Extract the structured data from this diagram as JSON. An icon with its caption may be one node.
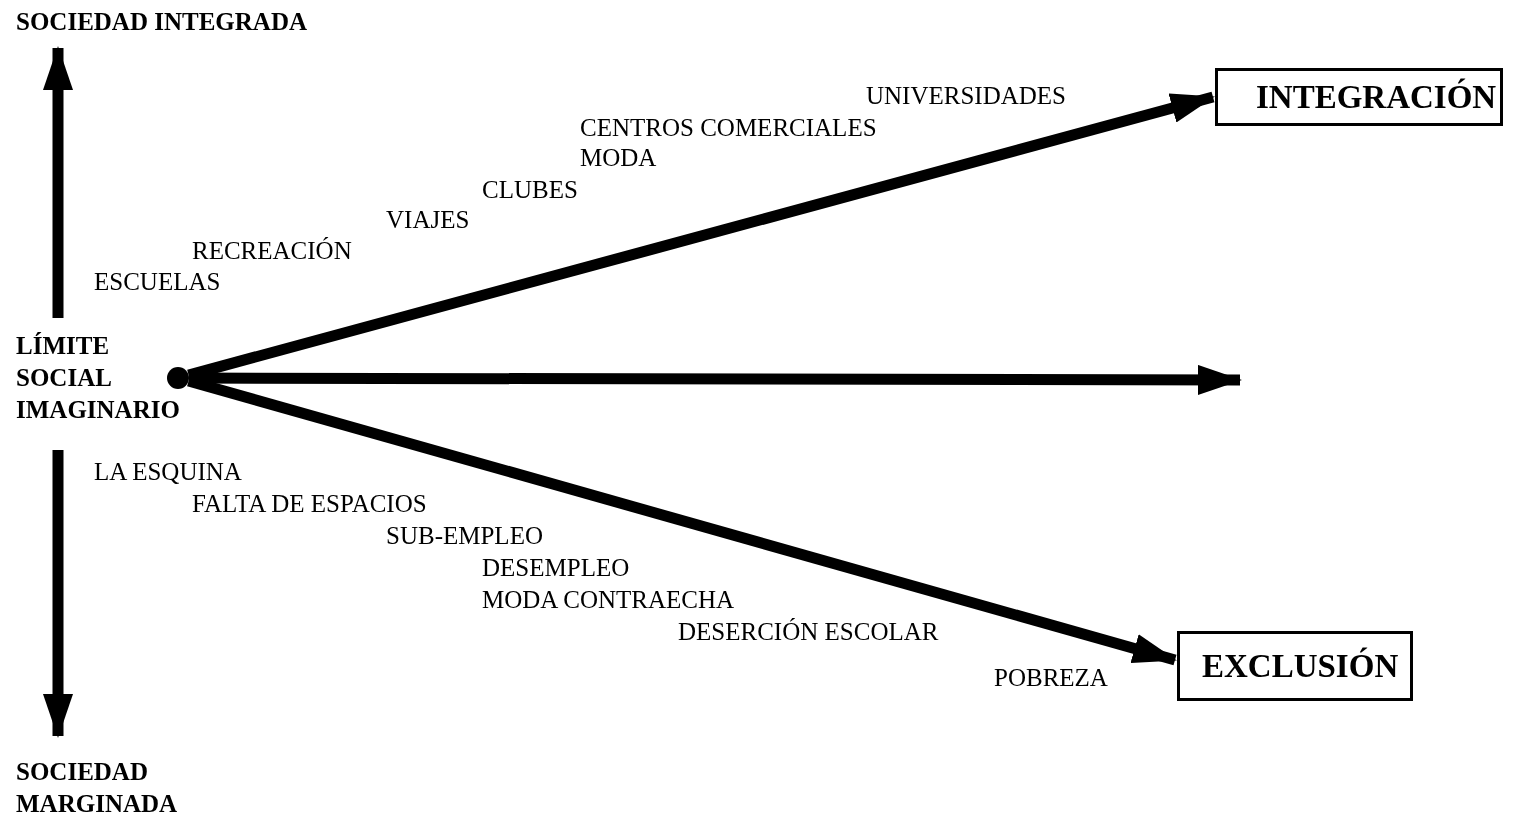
{
  "diagram": {
    "nodes": [
      {
        "text": [
          "SOCIEDAD INTEGRADA"
        ]
      },
      {
        "text": [
          "INTEGRACIÓN"
        ]
      },
      {
        "text": [
          "LÍMITE SOCIAL IMAGINARIO"
        ]
      },
      {
        "text": [],
        "shape": "circle"
      },
      {
        "text": [
          "EXCLUSIÓN"
        ]
      },
      {
        "text": [
          "SOCIEDAD MARGINADA"
        ]
      }
    ],
    "edges": [
      {
        "from": 2,
        "to": 0,
        "arrow": "to"
      },
      {
        "from": 3,
        "to": 1,
        "arrow": "to"
      },
      {
        "from": 3,
        "to": null,
        "arrow": "to"
      },
      {
        "from": 3,
        "to": 4,
        "arrow": "to"
      },
      {
        "from": 2,
        "to": 5,
        "arrow": "to"
      }
    ],
    "labels": [
      "UNIVERSIDADES",
      "CENTROS COMERCIALES",
      "MODA",
      "CLUBES",
      "VIAJES",
      "RECREACIÓN",
      "ESCUELAS",
      "LA ESQUINA",
      "FALTA DE ESPACIOS",
      "SUB-EMPLEO",
      "DESEMPLEO",
      "MODA CONTRAECHA",
      "DESERCIÓN ESCOLAR",
      "POBREZA"
    ]
  }
}
